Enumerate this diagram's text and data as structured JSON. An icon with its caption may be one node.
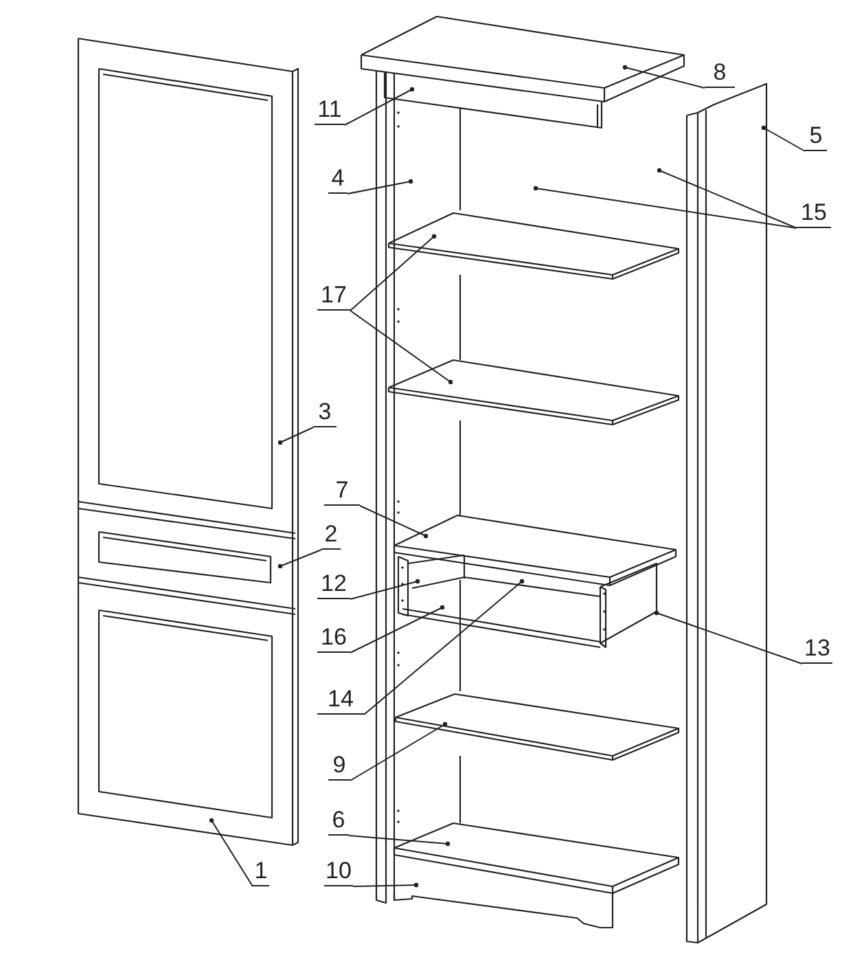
{
  "diagram": {
    "nodes": [
      {
        "text": [
          "8"
        ]
      },
      {
        "text": [
          "11"
        ]
      },
      {
        "text": [
          "5"
        ]
      },
      {
        "text": [
          "4"
        ]
      },
      {
        "text": [
          "15"
        ]
      },
      {
        "text": [
          "17"
        ]
      },
      {
        "text": [
          "3"
        ]
      },
      {
        "text": [
          "7"
        ]
      },
      {
        "text": [
          "2"
        ]
      },
      {
        "text": [
          "12"
        ]
      },
      {
        "text": [
          "16"
        ]
      },
      {
        "text": [
          "14"
        ]
      },
      {
        "text": [
          "13"
        ]
      },
      {
        "text": [
          "9"
        ]
      },
      {
        "text": [
          "6"
        ]
      },
      {
        "text": [
          "1"
        ]
      },
      {
        "text": [
          "10"
        ]
      }
    ],
    "edges": [
      {
        "from": 0,
        "to": null,
        "arrow": "other"
      },
      {
        "from": 1,
        "to": null,
        "arrow": "other"
      },
      {
        "from": 2,
        "to": null,
        "arrow": "other"
      },
      {
        "from": 3,
        "to": null,
        "arrow": "other"
      },
      {
        "from": 4,
        "to": null,
        "arrow": "other"
      },
      {
        "from": 4,
        "to": null,
        "arrow": "other"
      },
      {
        "from": 5,
        "to": null,
        "arrow": "other"
      },
      {
        "from": 5,
        "to": null,
        "arrow": "other"
      },
      {
        "from": 6,
        "to": null,
        "arrow": "other"
      },
      {
        "from": 7,
        "to": null,
        "arrow": "other"
      },
      {
        "from": 8,
        "to": null,
        "arrow": "other"
      },
      {
        "from": 9,
        "to": null,
        "arrow": "other"
      },
      {
        "from": 10,
        "to": null,
        "arrow": "other"
      },
      {
        "from": 11,
        "to": null,
        "arrow": "other"
      },
      {
        "from": 12,
        "to": null,
        "arrow": "other"
      },
      {
        "from": 13,
        "to": null,
        "arrow": "other"
      },
      {
        "from": 14,
        "to": null,
        "arrow": "other"
      },
      {
        "from": 15,
        "to": null,
        "arrow": "other"
      },
      {
        "from": 16,
        "to": null,
        "arrow": "other"
      }
    ]
  }
}
